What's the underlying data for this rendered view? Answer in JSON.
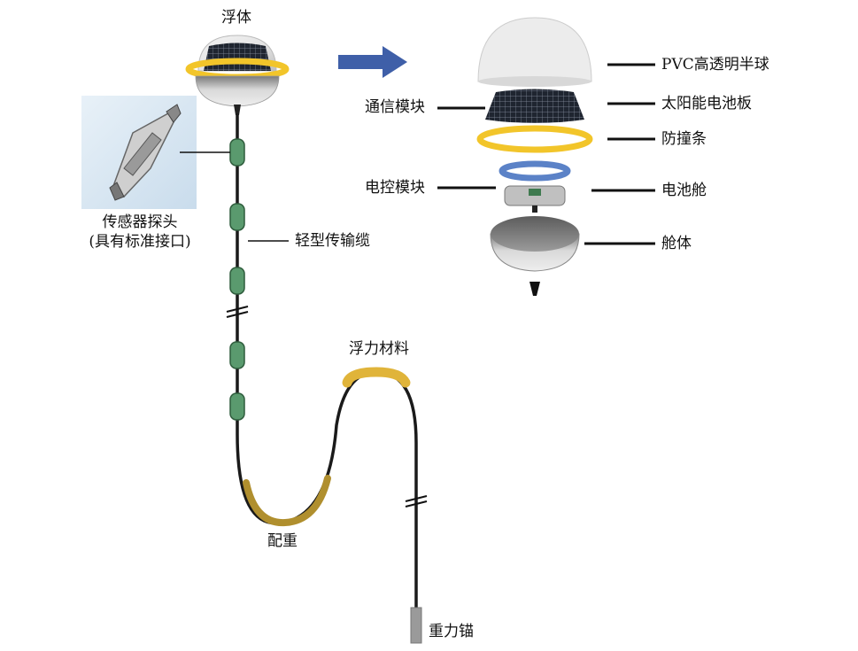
{
  "labels": {
    "float": "浮体",
    "sensor_probe_line1": "传感器探头",
    "sensor_probe_line2": "(具有标准接口)",
    "cable": "轻型传输缆",
    "buoyancy_material": "浮力材料",
    "counterweight": "配重",
    "gravity_anchor": "重力锚",
    "pvc_dome": "PVC高透明半球",
    "comm_module": "通信模块",
    "solar_panel": "太阳能电池板",
    "bumper_strip": "防撞条",
    "control_module": "电控模块",
    "battery_bay": "电池舱",
    "cabin_body": "舱体"
  },
  "colors": {
    "cable": "#1a1a1a",
    "sensor_node": "#5a9a6e",
    "buoyancy": "#e0b43a",
    "counterweight": "#b08f2e",
    "arrow": "#3f5fa8",
    "bumper": "#f2c52a",
    "blue_ring": "#5b82c7"
  }
}
